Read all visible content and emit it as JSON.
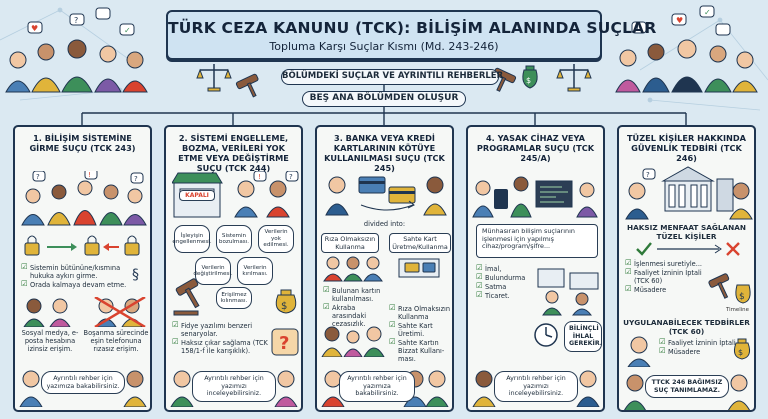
{
  "title": {
    "main": "TÜRK CEZA KANUNU (TCK): BİLİŞİM ALANINDA SUÇLAR",
    "subtitle": "Topluma Karşı Suçlar Kısmı (Md. 243-246)"
  },
  "labels": {
    "pill1": "BÖLÜMDEKİ SUÇLAR VE AYRINTILI REHBERLER",
    "pill2": "BEŞ ANA BÖLÜMDEN OLUŞUR"
  },
  "col1": {
    "title": "1. BİLİŞİM SİSTEMİNE GİRME SUÇU (TCK 243)",
    "bullets": [
      "Sistemin bütününe/kısmına hukuka aykırı girme.",
      "Orada kalmaya devam etme."
    ],
    "case1": "Sosyal medya, e-posta hesabına izinsiz erişim.",
    "case2": "Boşanma sürecinde eşin telefonuna rızasız erişim.",
    "guide": "Ayrıntılı rehber için yazımıza bakabilirsiniz."
  },
  "col2": {
    "title": "2. SİSTEMİ ENGELLEME, BOZMA, VERİLERİ YOK ETME VEYA DEĞİŞTİRME SUÇU (TCK 244)",
    "sign": "KAPALI",
    "hex": [
      "İşleyişin engellenmesi.",
      "Sistemin bozulması.",
      "Verilerin yok edilmesi.",
      "Verilerin değiştirilmesi.",
      "Verilerin kırılması.",
      "Erişilmez kılınması."
    ],
    "bullets": [
      "Fidye yazılımı benzeri senaryolar.",
      "Haksız çıkar sağlama (TCK 158/1-f ile karışıklık)."
    ],
    "guide": "Ayrıntılı rehber için yazımızı inceleyebilirsiniz."
  },
  "col3": {
    "title": "3. BANKA VEYA KREDİ KARTLARININ KÖTÜYE KULLANILMASI SUÇU (TCK 245)",
    "divided": "divided into:",
    "branch1": "Rıza Olmaksızın Kullanma",
    "branch2": "Sahte Kart Üretme/Kullanma",
    "bullets1": [
      "Bulunan kartın kullanılması.",
      "Akraba arasındaki cezasızlık."
    ],
    "bullets2": [
      "Rıza Olmaksızın Kullanma",
      "Sahte Kart Üretimi.",
      "Sahte Kartın Bizzat Kullanı-ması."
    ],
    "guide": "Ayrıntılı rehber için yazımıza bakabilirsiniz."
  },
  "col4": {
    "title": "4. YASAK CİHAZ VEYA PROGRAMLAR SUÇU (TCK 245/A)",
    "intro": "Münhasıran bilişim suçlarının işlenmesi için yapılmış cihaz/program/şifre...",
    "bullets": [
      "İmal,",
      "Bulundurma",
      "Satma",
      "Ticaret."
    ],
    "bubble": "BİLİNÇLİ İHLAL GEREKİR.",
    "guide": "Ayrıntılı rehber için yazımızı inceleyebilirsiniz."
  },
  "col5": {
    "title": "TÜZEL KİŞİLER HAKKINDA GÜVENLİK TEDBİRİ (TCK 246)",
    "section1": "HAKSIZ MENFAAT SAĞLANAN TÜZEL KİŞİLER",
    "bullets1": [
      "İşlenmesi suretiyle...",
      "Faaliyet İzninin İptali (TCK 60)",
      "Müsadere"
    ],
    "timeline": "Timeline",
    "section2": "UYGULANABİLECEK TEDBİRLER (TCK 60)",
    "bullets2": [
      "Faaliyet İzninin İptali",
      "Müsadere"
    ],
    "bubble": "TTCK 246 BAĞIMSIZ SUÇ TANIMLAMAZ."
  },
  "colors": {
    "navy": "#1f3550",
    "background": "#dbe9f2",
    "panel": "#f6f8f6",
    "accent_red": "#d9432f",
    "accent_green": "#2f7a3a",
    "gold": "#e0b43a"
  }
}
